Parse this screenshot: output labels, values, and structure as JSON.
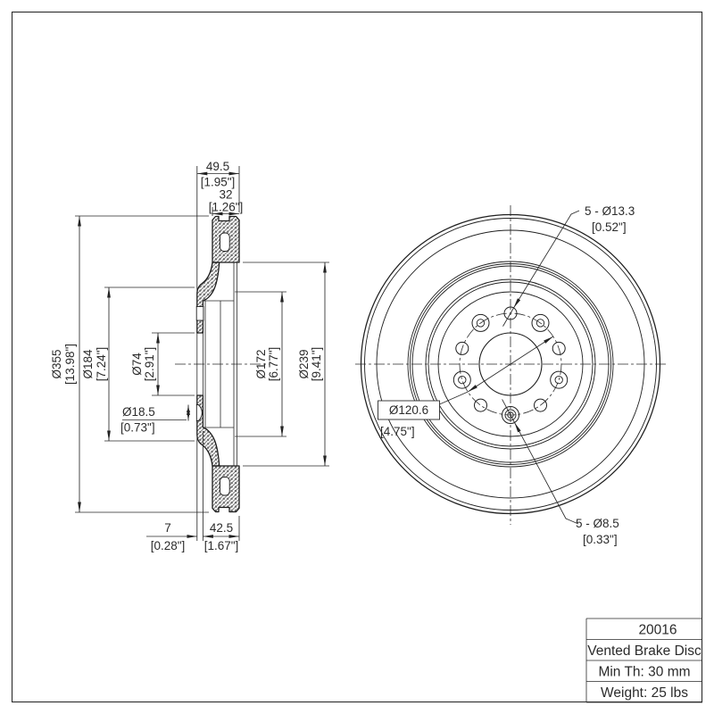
{
  "drawing": {
    "type": "technical-drawing",
    "part": "vented brake disc",
    "views": [
      "cross-section",
      "front"
    ],
    "bolt_hole_count": 5,
    "pin_hole_count": 5
  },
  "dims": {
    "w495": {
      "mm": "49.5",
      "in": "[1.95\"]"
    },
    "t32": {
      "mm": "32",
      "in": "[1.26\"]"
    },
    "d355": {
      "mm": "Ø355",
      "in": "[13.98\"]"
    },
    "d184": {
      "mm": "Ø184",
      "in": "[7.24\"]"
    },
    "d74": {
      "mm": "Ø74",
      "in": "[2.91\"]"
    },
    "d185": {
      "mm": "Ø18.5",
      "in": "[0.73\"]"
    },
    "d172": {
      "mm": "Ø172",
      "in": "[6.77\"]"
    },
    "d239": {
      "mm": "Ø239",
      "in": "[9.41\"]"
    },
    "f7": {
      "mm": "7",
      "in": "[0.28\"]"
    },
    "h425": {
      "mm": "42.5",
      "in": "[1.67\"]"
    },
    "bolt": {
      "mm": "5 - Ø13.3",
      "in": "[0.52\"]"
    },
    "bcd": {
      "mm": "Ø120.6",
      "in": "[4.75\"]"
    },
    "pin": {
      "mm": "5 - Ø8.5",
      "in": "[0.33\"]"
    }
  },
  "title_block": {
    "part_number": "20016",
    "description": "Vented Brake Disc",
    "min_thickness": "Min Th: 30 mm",
    "weight": "Weight: 25 lbs"
  }
}
